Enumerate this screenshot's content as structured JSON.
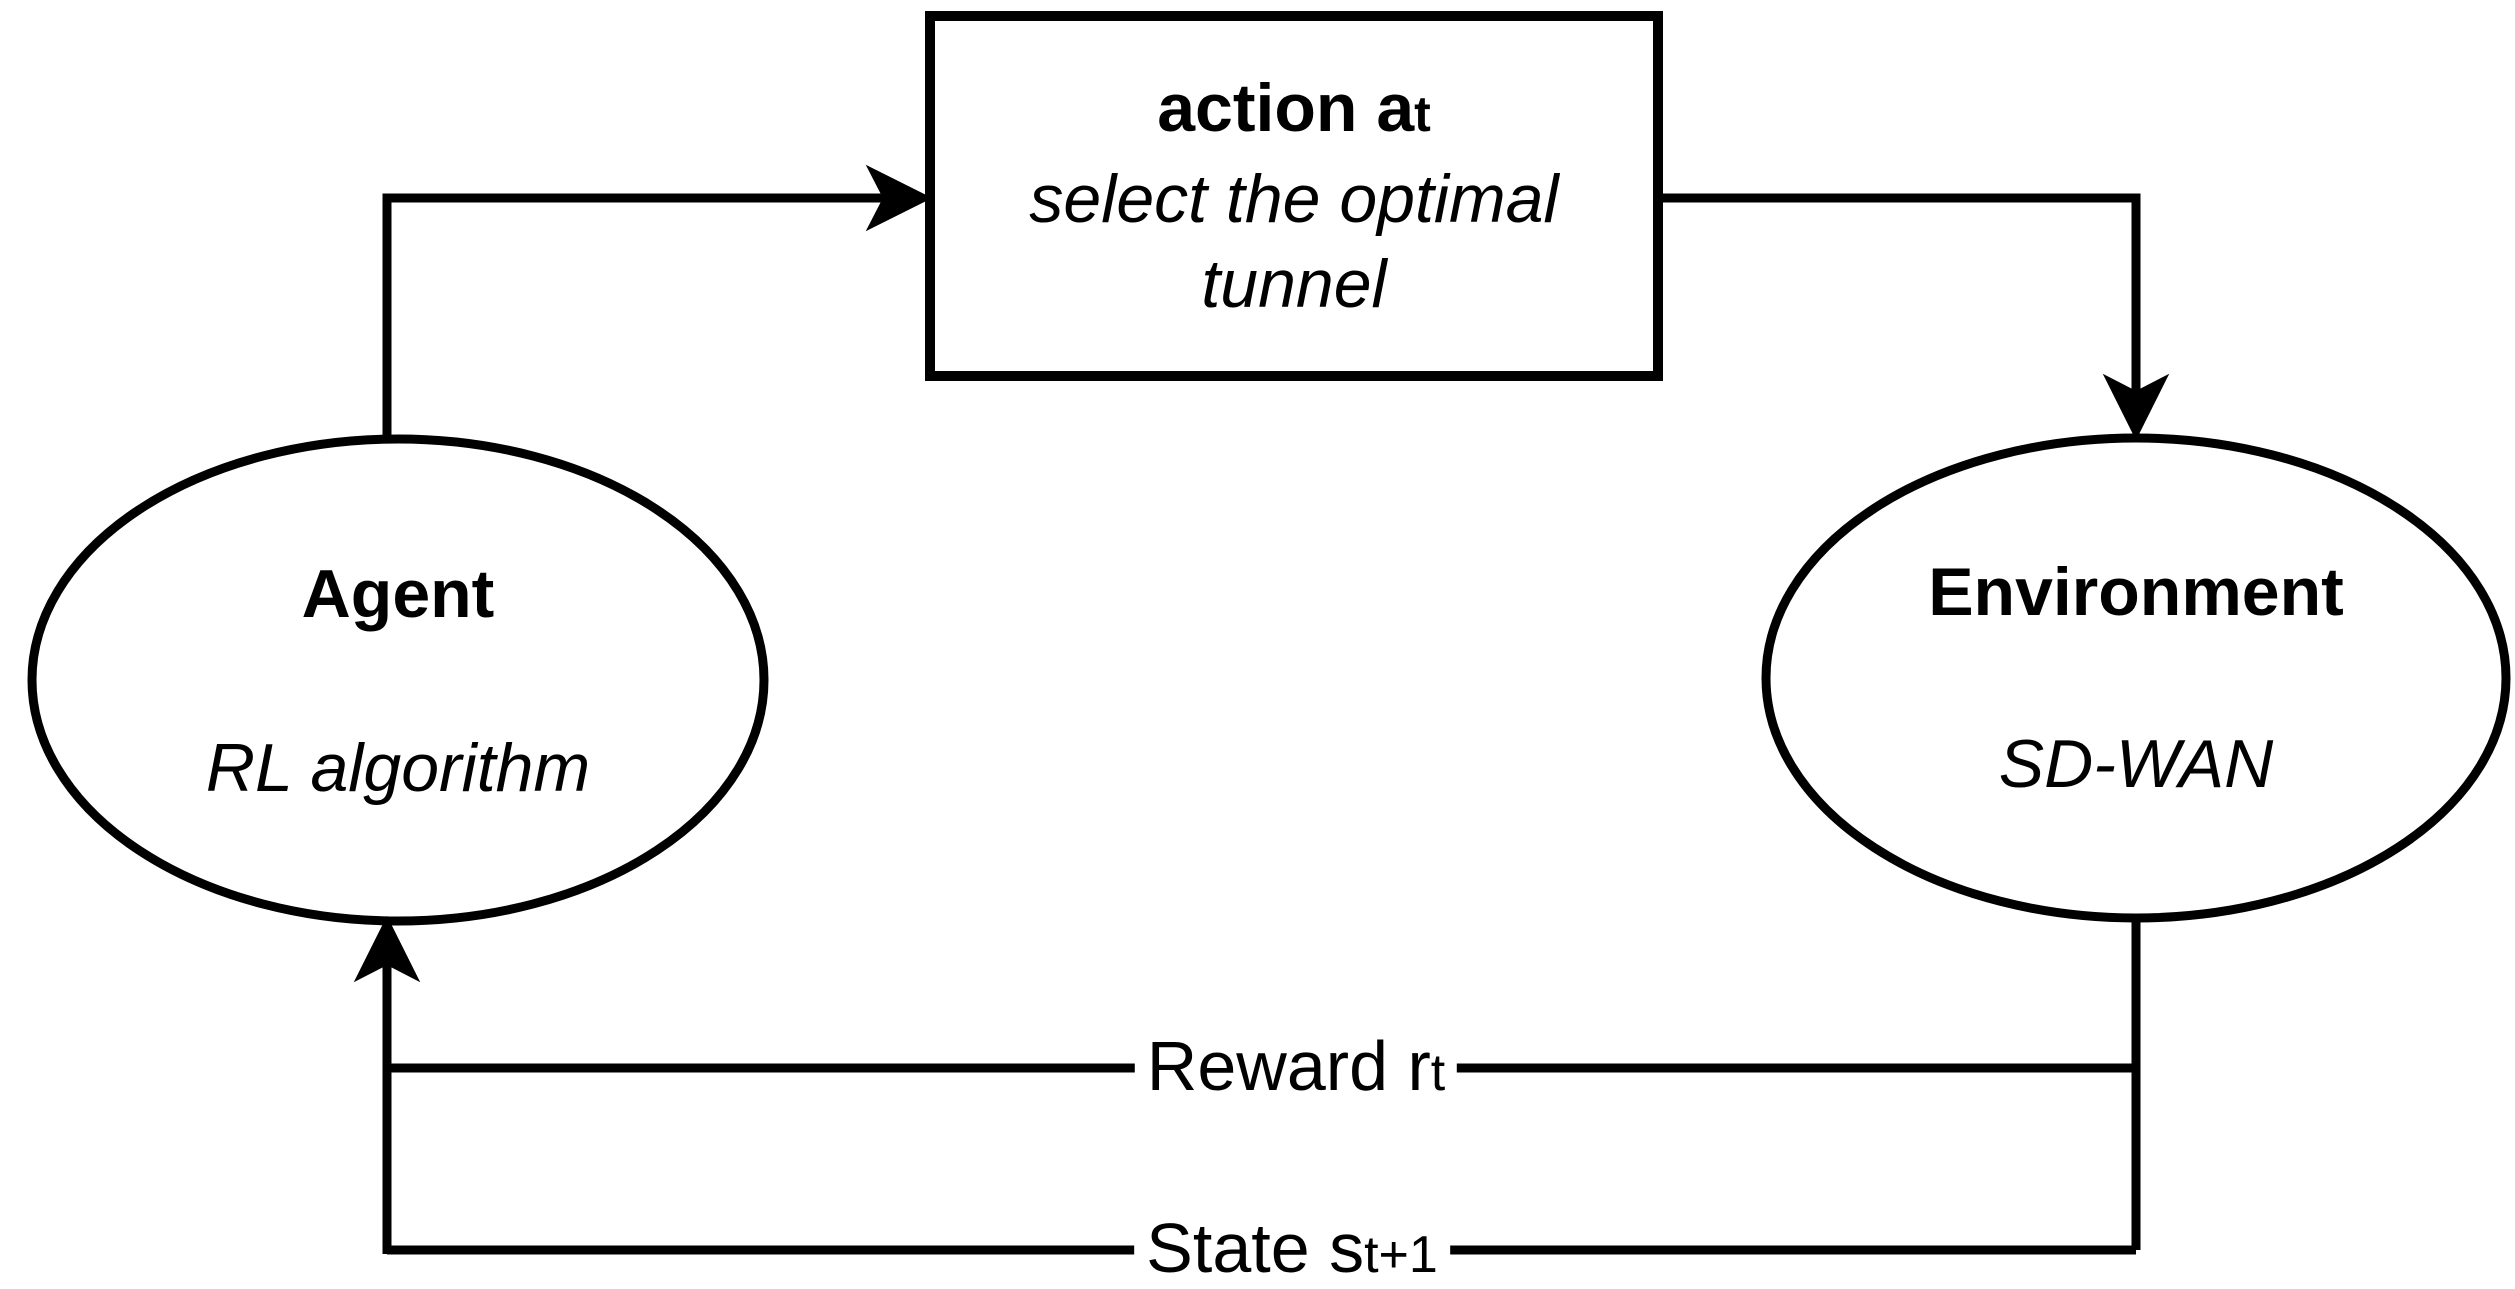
{
  "diagram": {
    "type": "reinforcement-learning-loop",
    "agent": {
      "title": "Agent",
      "subtitle": "RL algorithm"
    },
    "environment": {
      "title": "Environment",
      "subtitle": "SD-WAN"
    },
    "action_box": {
      "title_main": "action a",
      "title_sub": "t",
      "description": "select the optimal tunnel"
    },
    "reward_label": {
      "main": "Reward r",
      "sub": "t"
    },
    "state_label": {
      "main": "State s",
      "sub": "t+1"
    },
    "colors": {
      "ink": "#000000",
      "background": "#ffffff"
    }
  }
}
